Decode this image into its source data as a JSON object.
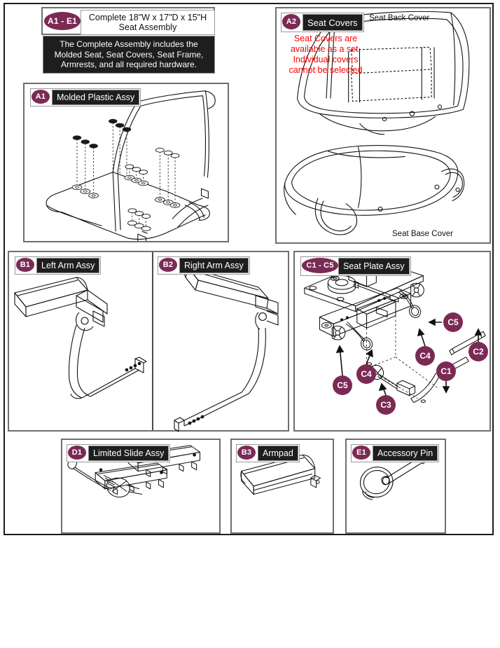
{
  "document": {
    "type": "parts-diagram",
    "title_badge": "A1 - E1",
    "title_caption": "Complete 18\"W x 17\"D x 15\"H\nSeat Assembly",
    "note": "The Complete Assembly includes the\nMolded Seat, Seat Covers, Seat Frame,\nArmrests, and all required hardware."
  },
  "colors": {
    "badge_purple": "#7b2a55",
    "caption_black": "#1e1e1e",
    "warning_red": "#ff0000",
    "panel_border": "#6f6f6f",
    "sheet_border": "#1b1b1b"
  },
  "panels": {
    "a1": {
      "badge": "A1",
      "caption": "Molded Plastic Assy"
    },
    "a2": {
      "badge": "A2",
      "caption": "Seat Covers",
      "warning": "Seat Covers are\navailable as a set.\nIndividual covers\ncannot be selected",
      "label_back": "Seat Back Cover",
      "label_base": "Seat Base Cover"
    },
    "b1": {
      "badge": "B1",
      "caption": "Left Arm Assy"
    },
    "b2": {
      "badge": "B2",
      "caption": "Right Arm Assy"
    },
    "c": {
      "badge": "C1 - C5",
      "caption": "Seat Plate Assy",
      "callouts": [
        {
          "id": "C5",
          "ref": "c5-upper"
        },
        {
          "id": "C4",
          "ref": "c4-upper"
        },
        {
          "id": "C2",
          "ref": "c2"
        },
        {
          "id": "C1",
          "ref": "c1"
        },
        {
          "id": "C5",
          "ref": "c5-lower"
        },
        {
          "id": "C4",
          "ref": "c4-lower"
        },
        {
          "id": "C3",
          "ref": "c3"
        }
      ]
    },
    "d1": {
      "badge": "D1",
      "caption": "Limited Slide Assy"
    },
    "b3": {
      "badge": "B3",
      "caption": "Armpad"
    },
    "e1": {
      "badge": "E1",
      "caption": "Accessory Pin"
    }
  }
}
